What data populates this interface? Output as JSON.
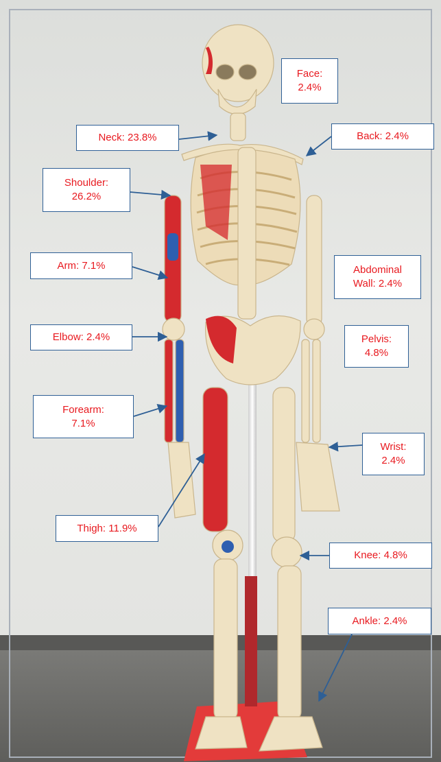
{
  "colors": {
    "label_text": "#e8191f",
    "label_border": "#2e5f95",
    "arrow": "#2e5f95",
    "wall": "#e6e7e4",
    "floor": "#6f6f6c",
    "stand_base": "#e33b3a",
    "bone": "#efe2c3",
    "muscle_red": "#d42a2e",
    "muscle_blue": "#2f5fb0"
  },
  "labels": {
    "face": [
      "Face:",
      "2.4%"
    ],
    "neck": [
      "Neck: 23.8%"
    ],
    "back": [
      "Back: 2.4%"
    ],
    "shoulder": [
      "Shoulder:",
      "26.2%"
    ],
    "arm": [
      "Arm: 7.1%"
    ],
    "abdominal_wall": [
      "Abdominal",
      "Wall: 2.4%"
    ],
    "elbow": [
      "Elbow: 2.4%"
    ],
    "pelvis": [
      "Pelvis:",
      "4.8%"
    ],
    "forearm": [
      "Forearm:",
      "7.1%"
    ],
    "wrist": [
      "Wrist:",
      "2.4%"
    ],
    "thigh": [
      "Thigh: 11.9%"
    ],
    "knee": [
      "Knee: 4.8%"
    ],
    "ankle": [
      "Ankle: 2.4%"
    ]
  },
  "icons": {
    "arrow": "arrow-icon"
  }
}
